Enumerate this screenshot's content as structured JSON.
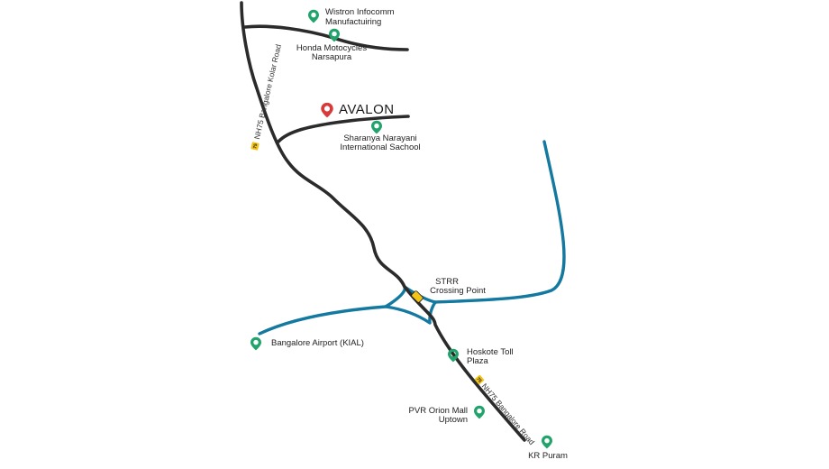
{
  "colors": {
    "highway": "#2b2b2b",
    "ring_road": "#1479a0",
    "poi_pin": "#21a36b",
    "project_pin": "#d63a3a",
    "shield": "#f2c318"
  },
  "project": {
    "name": "AVALON",
    "icon": "map-pin-icon"
  },
  "roads": {
    "northern": {
      "label": "NH75 Bangalore Kolar Road",
      "shield_number": "75"
    },
    "southern": {
      "label": "NH75 Bangalore Road",
      "shield_number": "75"
    }
  },
  "landmarks": [
    {
      "line1": "Wistron Infocomm",
      "line2": "Manufactuiring",
      "icon": "location-pin-icon"
    },
    {
      "line1": "Honda Motocycles",
      "line2": "Narsapura",
      "icon": "location-pin-icon"
    },
    {
      "line1": "Sharanya Narayani",
      "line2": "International Sachool",
      "icon": "location-pin-icon"
    },
    {
      "line1": "STRR",
      "line2": "Crossing Point",
      "icon": "interchange-icon"
    },
    {
      "line1": "Bangalore Airport (KIAL)",
      "line2": "",
      "icon": "location-pin-icon"
    },
    {
      "line1": "Hoskote Toll",
      "line2": "Plaza",
      "icon": "location-pin-icon"
    },
    {
      "line1": "PVR Orion Mall",
      "line2": "Uptown",
      "icon": "location-pin-icon"
    },
    {
      "line1": "KR Puram",
      "line2": "",
      "icon": "location-pin-icon"
    }
  ]
}
